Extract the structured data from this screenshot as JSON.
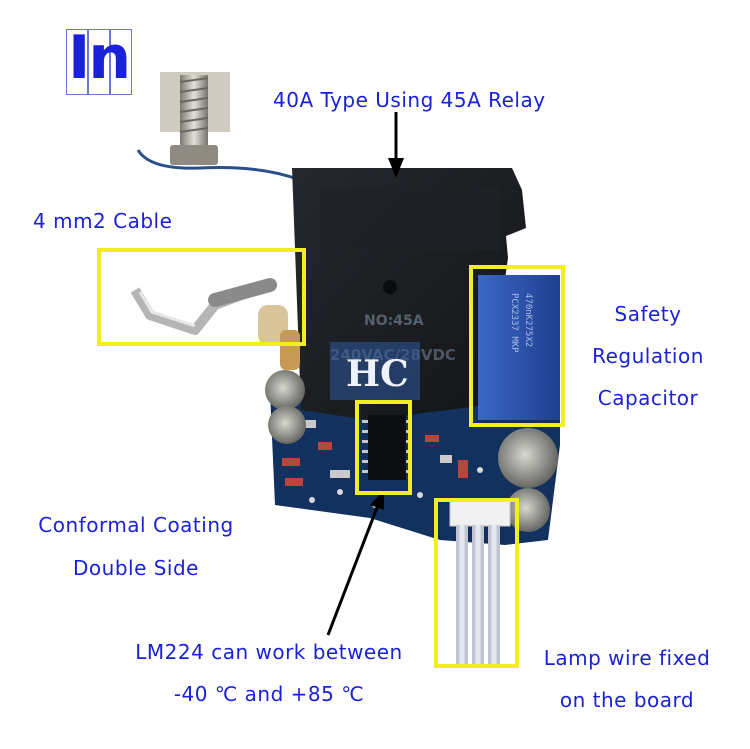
{
  "logo_text": "In",
  "watermark": "HC",
  "relay_marking_1": "NO:45A",
  "relay_marking_2": "240VAC/28VDC",
  "capacitor_marking_1": "470nK275X2",
  "capacitor_marking_2": "PCX2337 MKP",
  "labels": {
    "relay": "40A Type Using 45A Relay",
    "cable": "4 mm2 Cable",
    "capacitor_line1": "Safety",
    "capacitor_line2": "Regulation",
    "capacitor_line3": "Capacitor",
    "coating_line1": "Conformal Coating",
    "coating_line2": "Double Side",
    "lm224_line1": "LM224 can work between",
    "lm224_line2": "-40 ℃ and +85 ℃",
    "lamp_line1": "Lamp wire fixed",
    "lamp_line2": "on the board"
  },
  "colors": {
    "label_text": "#1b22d6",
    "highlight_box": "#f3ee1d",
    "pcb": "#13315e",
    "relay_body": "#1c1f24",
    "capacitor_body": "#2c56b4"
  }
}
